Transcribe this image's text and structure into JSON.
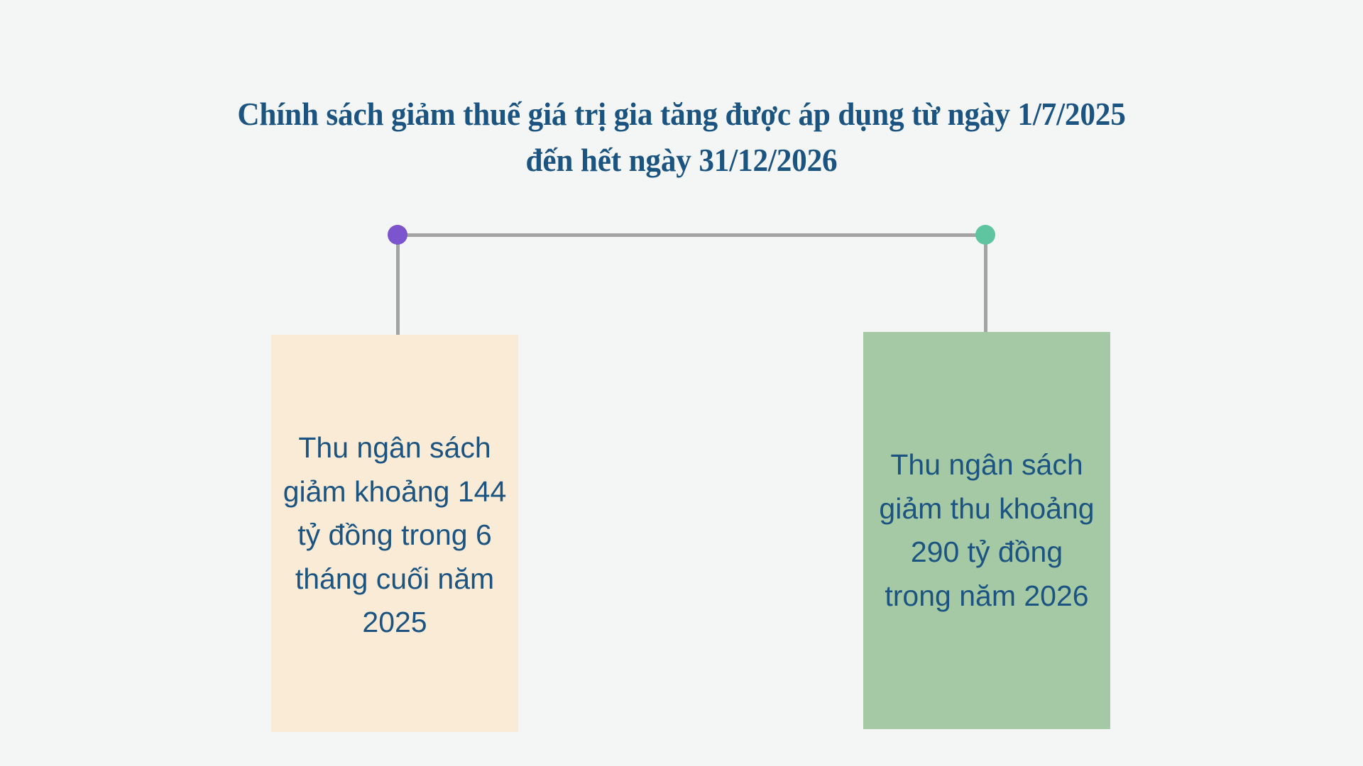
{
  "page": {
    "background_color": "#f4f6f5",
    "text_color": "#1b5480"
  },
  "title": {
    "line1": "Chính sách giảm thuế giá trị gia tăng được áp dụng từ ngày 1/7/2025",
    "line2": "đến hết ngày 31/12/2026",
    "color": "#1b5480"
  },
  "connectors": {
    "line_color": "#a3a3a3",
    "left_node": {
      "name": "left-node-dot",
      "color": "#7c54cd"
    },
    "right_node": {
      "name": "right-node-dot",
      "color": "#5fc4a0"
    }
  },
  "cards": [
    {
      "id": "card-2025",
      "text": "Thu ngân sách giảm khoảng 144 tỷ đồng trong 6 tháng cuối năm 2025",
      "background_color": "#faebd7",
      "text_color": "#1b5480",
      "amount": "144",
      "unit": "tỷ đồng",
      "period": "6 tháng cuối năm 2025"
    },
    {
      "id": "card-2026",
      "text": "Thu ngân sách giảm thu khoảng 290 tỷ đồng trong năm 2026",
      "background_color": "#a5c9a5",
      "text_color": "#1b5480",
      "amount": "290",
      "unit": "tỷ đồng",
      "period": "năm 2026"
    }
  ]
}
